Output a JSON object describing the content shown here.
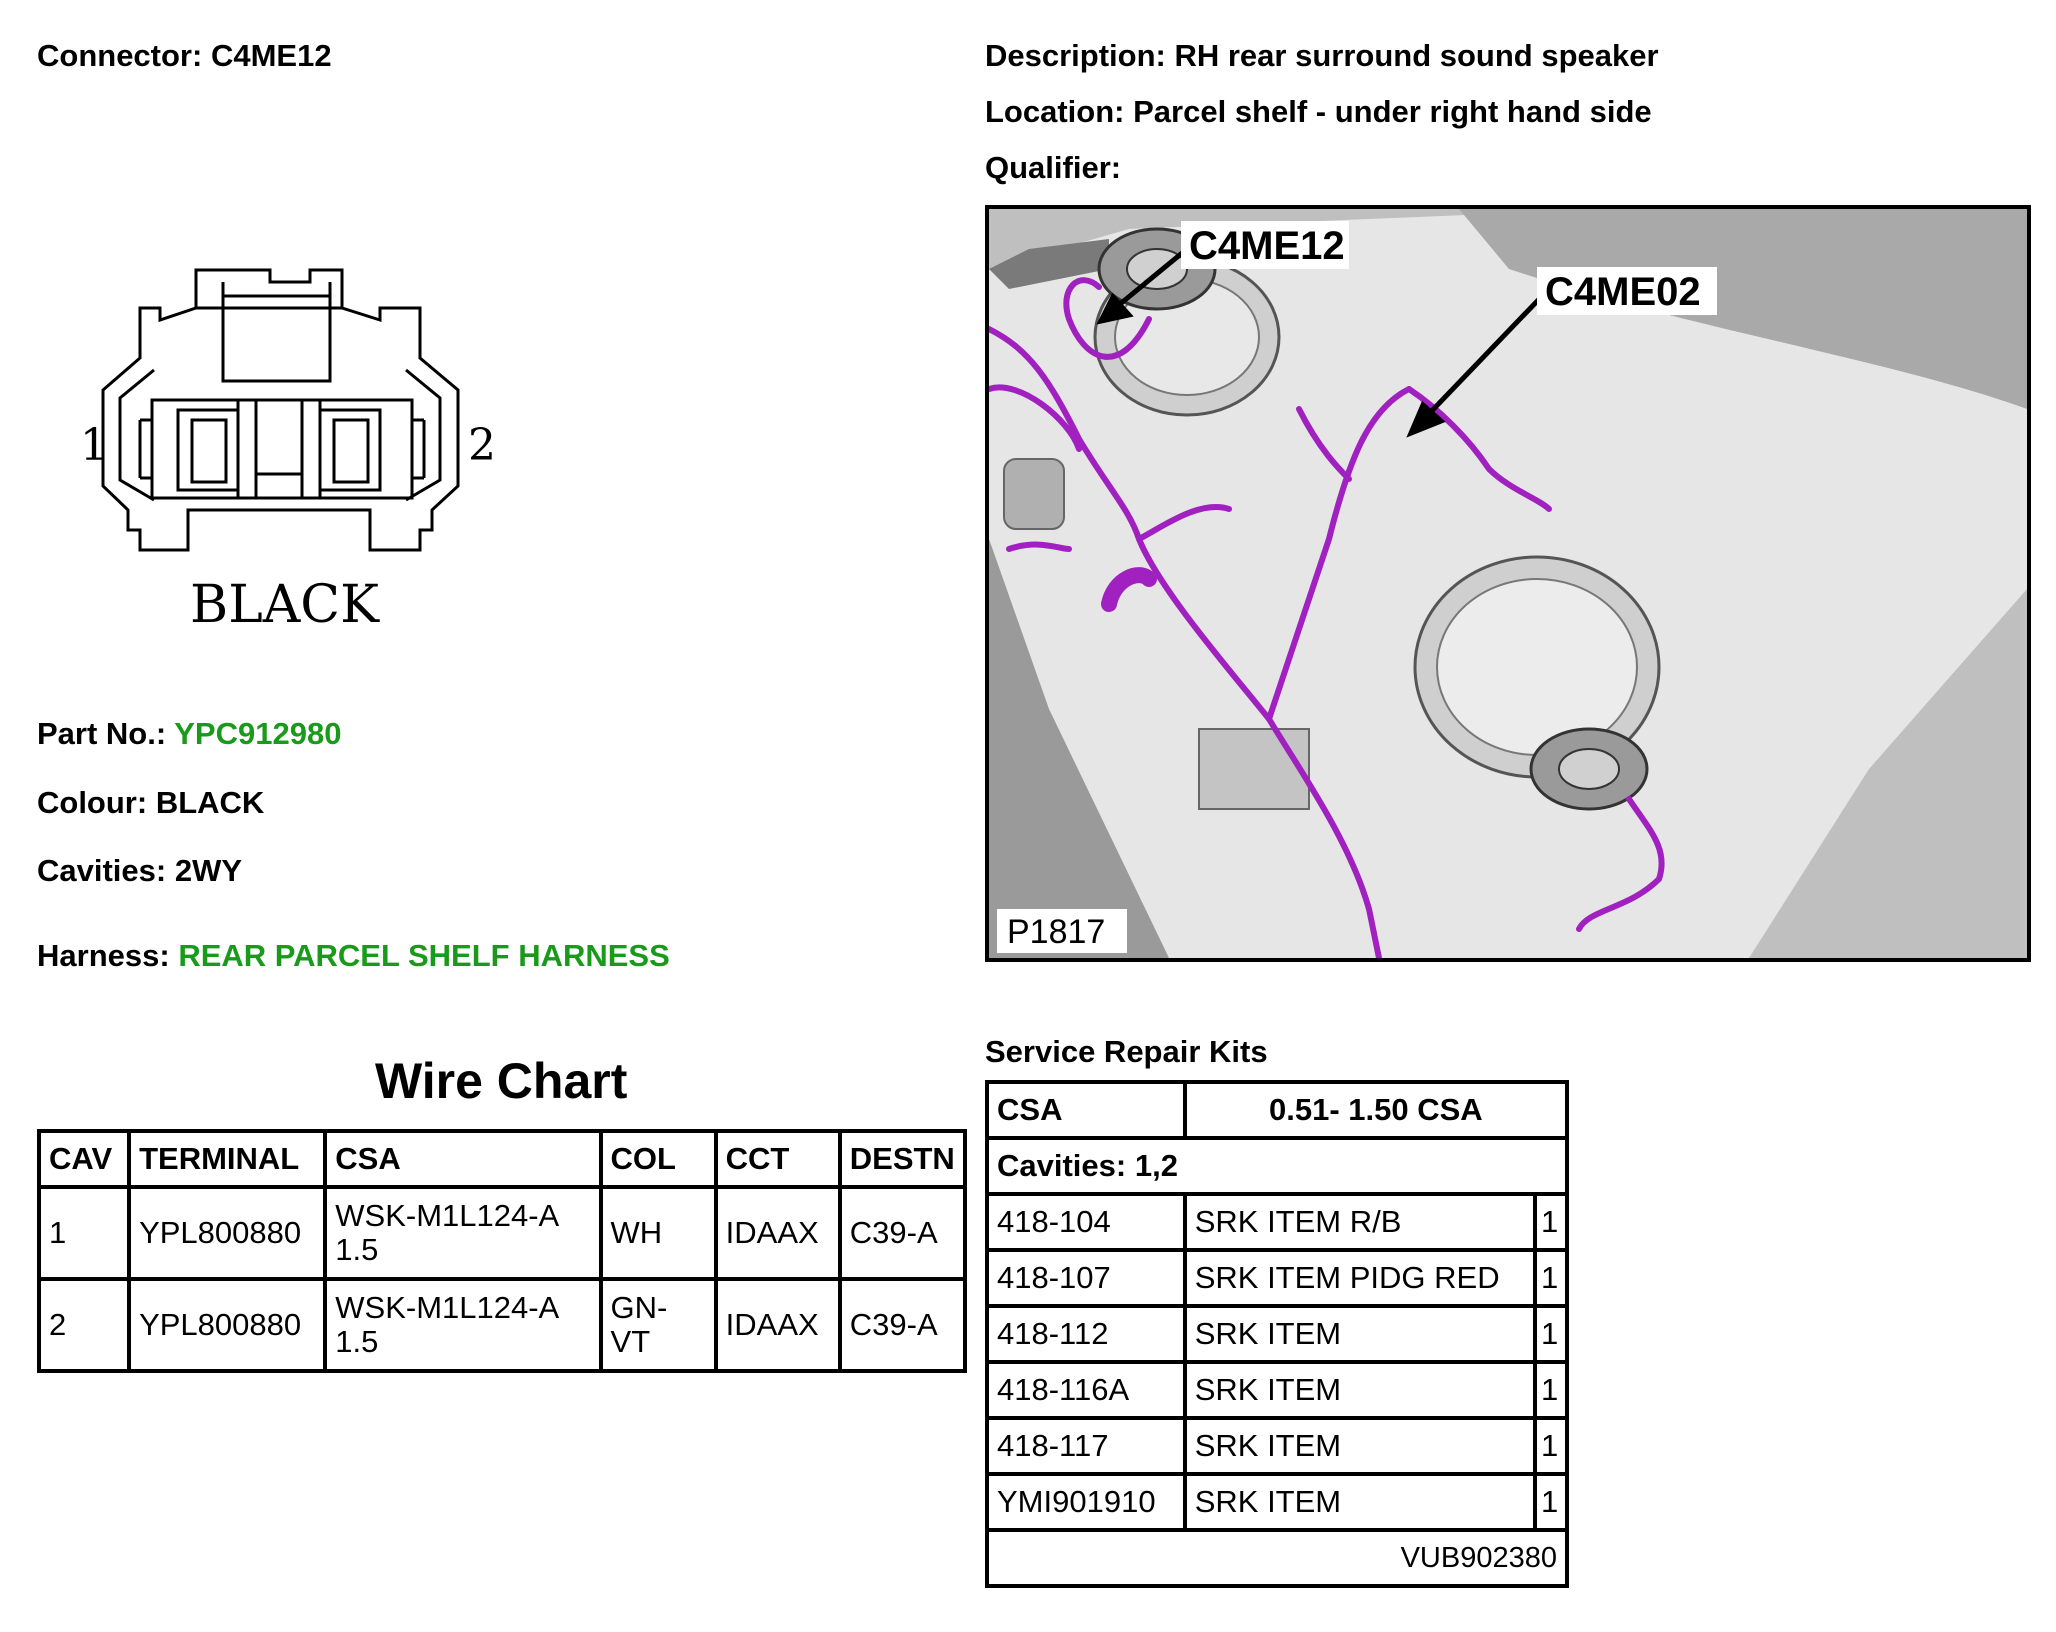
{
  "header": {
    "connector_label": "Connector:",
    "connector": "C4ME12",
    "description_label": "Description:",
    "description": "RH rear surround sound speaker",
    "location_label": "Location:",
    "location": "Parcel shelf - under right hand side",
    "qualifier_label": "Qualifier:",
    "qualifier": ""
  },
  "connector_drawing": {
    "pin_left": "1",
    "pin_right": "2",
    "colour_text": "BLACK"
  },
  "details": {
    "part_label": "Part No.:",
    "part_no": "YPC912980",
    "colour_label": "Colour:",
    "colour": "BLACK",
    "cavities_label": "Cavities:",
    "cavities": "2WY",
    "harness_label": "Harness:",
    "harness": "REAR PARCEL SHELF HARNESS"
  },
  "photo": {
    "callout_1": "C4ME12",
    "callout_2": "C4ME02",
    "figure_id": "P1817"
  },
  "wire_chart": {
    "title": "Wire Chart",
    "columns": [
      "CAV",
      "TERMINAL",
      "CSA",
      "COL",
      "CCT",
      "DESTN"
    ],
    "rows": [
      {
        "cav": "1",
        "terminal": "YPL800880",
        "csa_1": "WSK-M1L124-A",
        "csa_2": "1.5",
        "col_1": "WH",
        "col_2": "",
        "cct": "IDAAX",
        "destn": "C39-A"
      },
      {
        "cav": "2",
        "terminal": "YPL800880",
        "csa_1": "WSK-M1L124-A",
        "csa_2": "1.5",
        "col_1": "GN-",
        "col_2": "VT",
        "cct": "IDAAX",
        "destn": "C39-A"
      }
    ]
  },
  "repair_kits": {
    "title": "Service Repair Kits",
    "csa_label": "CSA",
    "csa_range": "0.51- 1.50 CSA",
    "cavities_row": "Cavities: 1,2",
    "items": [
      {
        "code": "418-104",
        "desc": "SRK ITEM R/B",
        "qty": "1"
      },
      {
        "code": "418-107",
        "desc": "SRK ITEM PIDG RED",
        "qty": "1"
      },
      {
        "code": "418-112",
        "desc": "SRK ITEM",
        "qty": "1"
      },
      {
        "code": "418-116A",
        "desc": "SRK ITEM",
        "qty": "1"
      },
      {
        "code": "418-117",
        "desc": "SRK ITEM",
        "qty": "1"
      },
      {
        "code": "YMI901910",
        "desc": "SRK ITEM",
        "qty": "1"
      }
    ],
    "footer_code": "VUB902380"
  },
  "colors": {
    "harness_green": "#1a9a1a",
    "wire_purple": "#a020c0"
  }
}
